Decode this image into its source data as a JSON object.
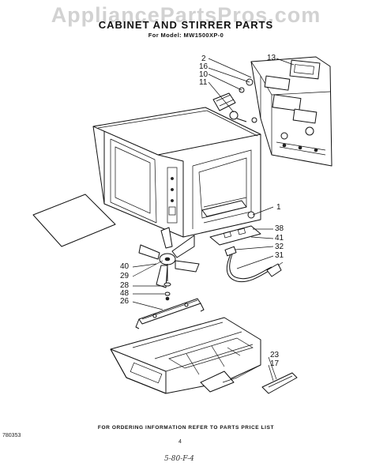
{
  "watermark": "AppliancePartsPros.com",
  "title": "CABINET AND STIRRER PARTS",
  "model": "For Model: MW1500XP-0",
  "callouts": {
    "c2": "2",
    "c16": "16",
    "c10": "10",
    "c11": "11",
    "c13": "13",
    "c1": "1",
    "c38": "38",
    "c41": "41",
    "c32": "32",
    "c31": "31",
    "c40": "40",
    "c29": "29",
    "c28": "28",
    "c48": "48",
    "c26": "26",
    "c23": "23",
    "c17": "17"
  },
  "footer": "FOR ORDERING INFORMATION REFER TO PARTS PRICE LIST",
  "doc_number": "780353",
  "page_number": "4",
  "handwritten": "5-80-F-4"
}
